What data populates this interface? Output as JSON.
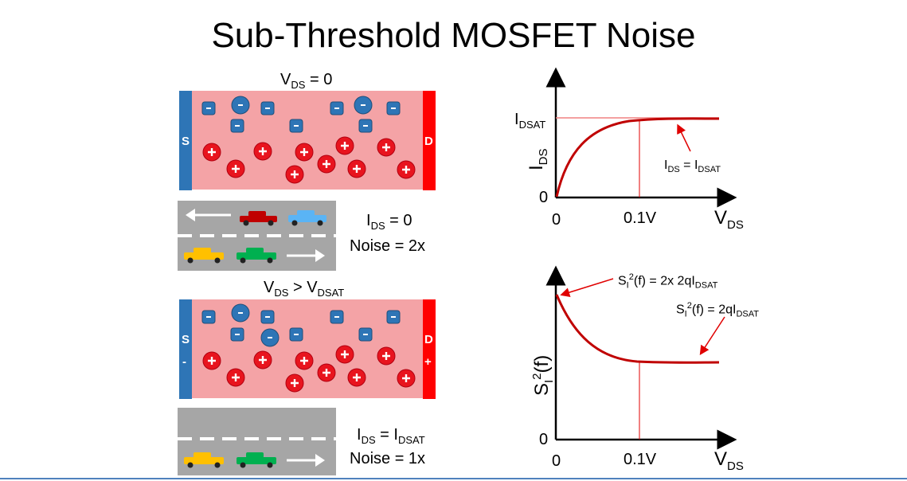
{
  "title": "Sub-Threshold MOSFET Noise",
  "panel1": {
    "label_pre": "V",
    "label_sub": "DS",
    "label_post": " = 0",
    "source": "S",
    "drain": "D"
  },
  "road1": {
    "ids_pre": "I",
    "ids_sub": "DS",
    "ids_post": " = 0",
    "noise": "Noise = 2x"
  },
  "panel2": {
    "label_pre": "V",
    "label_sub": "DS",
    "label_mid": " > V",
    "label_sub2": "DSAT",
    "source": "S",
    "drain": "D",
    "source_sign": "-",
    "drain_sign": "+"
  },
  "road2": {
    "ids_pre": "I",
    "ids_sub": "DS",
    "ids_mid": " = I",
    "ids_sub2": "DSAT",
    "noise": "Noise = 1x"
  },
  "plot1": {
    "ylabel_pre": "I",
    "ylabel_sub": "DS",
    "idsat_pre": "I",
    "idsat_sub": "DSAT",
    "zero_y": "0",
    "zero_x": "0",
    "tick": "0.1V",
    "xlabel_pre": "V",
    "xlabel_sub": "DS",
    "annot_pre": "I",
    "annot_sub": "DS",
    "annot_mid": " = I",
    "annot_sub2": "DSAT"
  },
  "plot2": {
    "ylabel": "S",
    "zero_y": "0",
    "zero_x": "0",
    "tick": "0.1V",
    "xlabel_pre": "V",
    "xlabel_sub": "DS",
    "annot1": "2x 2qI",
    "annot1_sub": "DSAT",
    "annot2": "2qI",
    "annot2_sub": "DSAT",
    "s_sym": "S",
    "s_sub": "I",
    "s_sup": "2",
    "s_f": "(f) = "
  },
  "colors": {
    "channel": "#f4a3a6",
    "source": "#2e75b6",
    "drain": "#ff0000",
    "hole": "#e8141e",
    "electron": "#2e75b6",
    "curve": "#c00000",
    "road": "#a6a6a6",
    "accent_line": "#4f81bd"
  }
}
